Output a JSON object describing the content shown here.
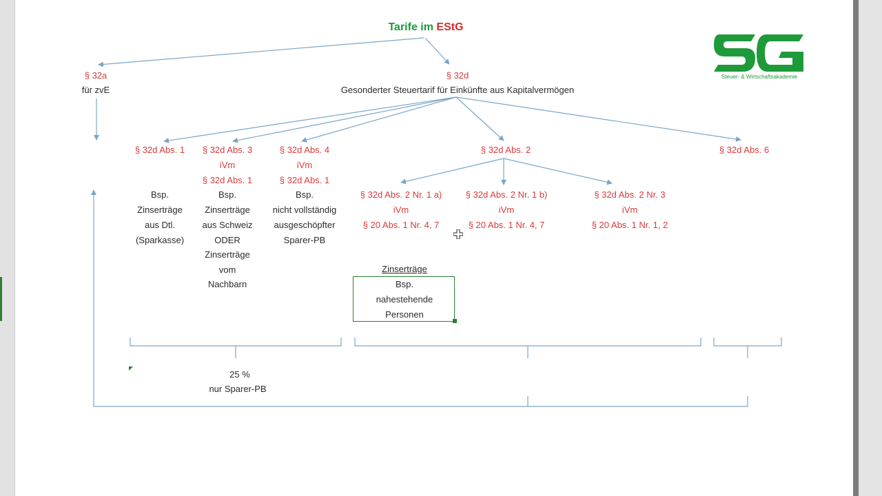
{
  "title": {
    "part1": "Tarife im ",
    "part2": "EStG"
  },
  "logo": {
    "letters": "SG",
    "subtitle": "Steuer- & Wirtschaftsakademie"
  },
  "nodes": {
    "s32a": {
      "ref": "§ 32a",
      "desc": "für zvE"
    },
    "s32d": {
      "ref": "§ 32d",
      "desc": "Gesonderter Steuertarif für Einkünfte aus Kapitalvermögen"
    },
    "abs1": {
      "lines": [
        "§ 32d Abs. 1"
      ],
      "example": [
        "Bsp.",
        "Zinserträge",
        "aus Dtl.",
        "(Sparkasse)"
      ]
    },
    "abs3": {
      "lines": [
        "§ 32d Abs. 3",
        "iVm",
        "§ 32d Abs. 1"
      ],
      "example": [
        "Bsp.",
        "Zinserträge",
        "aus Schweiz",
        "ODER",
        "Zinserträge",
        "vom",
        "Nachbarn"
      ]
    },
    "abs4": {
      "lines": [
        "§ 32d Abs. 4",
        "iVm",
        "§ 32d Abs. 1"
      ],
      "example": [
        "Bsp.",
        "nicht vollständig",
        "ausgeschöpfter",
        "Sparer-PB"
      ]
    },
    "abs2": {
      "lines": [
        "§ 32d Abs. 2"
      ]
    },
    "abs6": {
      "lines": [
        "§ 32d Abs. 6"
      ]
    },
    "abs2_1a": {
      "lines": [
        "§ 32d Abs. 2 Nr. 1 a)",
        "iVm",
        "§ 20 Abs. 1 Nr. 4, 7"
      ]
    },
    "abs2_1b": {
      "lines": [
        "§ 32d Abs. 2 Nr. 1 b)",
        "iVm",
        "§ 20 Abs. 1 Nr. 4, 7"
      ]
    },
    "abs2_3": {
      "lines": [
        "§ 32d Abs. 2 Nr. 3",
        "iVm",
        "§ 20 Abs. 1 Nr. 1, 2"
      ]
    }
  },
  "zinsertraege": {
    "title": "Zinserträge",
    "box": [
      "Bsp.",
      "nahestehende",
      "Personen"
    ]
  },
  "summary": {
    "rate": "25 %",
    "note": "nur Sparer-PB"
  },
  "colors": {
    "red": "#d93a3a",
    "green": "#1f9a3a",
    "line": "#7aa6c8",
    "box_border": "#2e7d32"
  }
}
